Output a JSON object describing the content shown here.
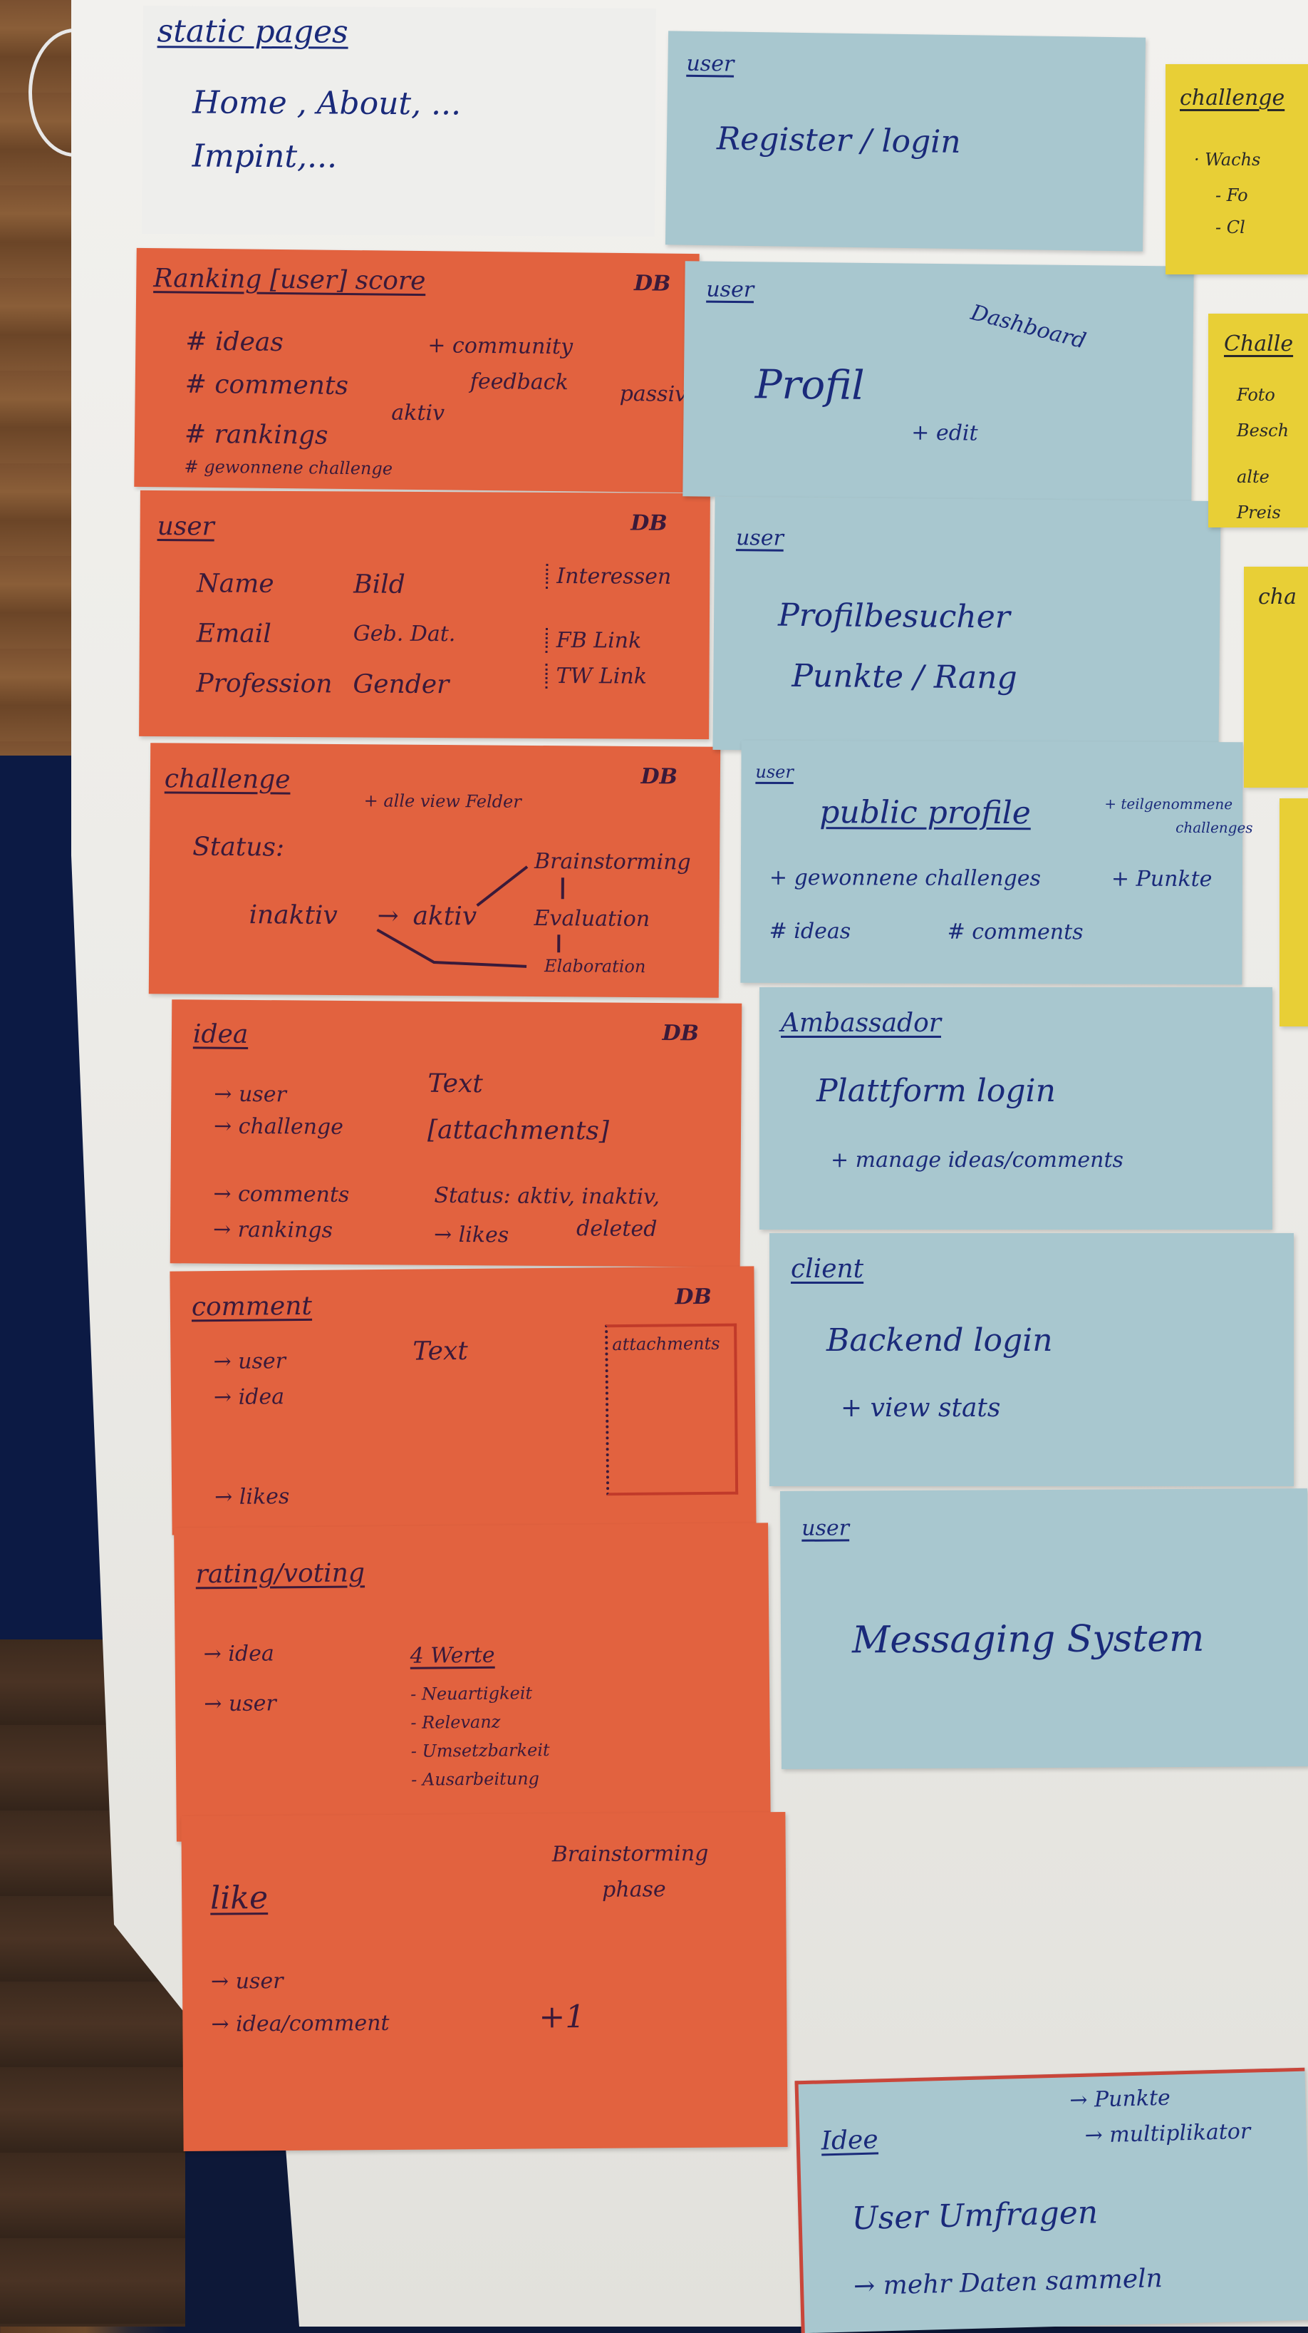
{
  "notes": {
    "static": {
      "title": "static pages",
      "line1": "Home , About, ...",
      "line2": "Impint,..."
    },
    "ranking": {
      "title": "Ranking [user] score",
      "db": "DB",
      "ideas": "# ideas",
      "comments": "# comments",
      "rankings": "# rankings",
      "won": "# gewonnene challenge",
      "aktiv": "aktiv",
      "community": "+ community",
      "feedback": "feedback",
      "passiv": "passiv"
    },
    "user_data": {
      "title": "user",
      "db": "DB",
      "name": "Name",
      "bild": "Bild",
      "email": "Email",
      "geb": "Geb. Dat.",
      "profession": "Profession",
      "gender": "Gender",
      "interessen": "Interessen",
      "fb": "FB Link",
      "tw": "TW Link"
    },
    "challenge": {
      "title": "challenge",
      "db": "DB",
      "extra": "+ alle view Felder",
      "status": "Status:",
      "inaktiv": "inaktiv",
      "arrow": "→",
      "aktiv": "aktiv",
      "brainstorming": "Brainstorming",
      "evaluation": "Evaluation",
      "elaboration": "Elaboration"
    },
    "idea": {
      "title": "idea",
      "db": "DB",
      "user": "→ user",
      "challenge": "→ challenge",
      "text": "Text",
      "attachments": "[attachments]",
      "comments": "→ comments",
      "rankings": "→ rankings",
      "likes": "→ likes",
      "status": "Status: aktiv, inaktiv,",
      "deleted": "deleted"
    },
    "comment": {
      "title": "comment",
      "db": "DB",
      "user": "→ user",
      "idea": "→ idea",
      "text": "Text",
      "attachments": "attachments",
      "likes": "→ likes"
    },
    "rating": {
      "title": "rating/voting",
      "idea": "→ idea",
      "user": "→ user",
      "werte": "4 Werte",
      "w1": "- Neuartigkeit",
      "w2": "- Relevanz",
      "w3": "- Umsetzbarkeit",
      "w4": "- Ausarbeitung"
    },
    "like": {
      "title": "like",
      "phase1": "Brainstorming",
      "phase2": "phase",
      "user": "→ user",
      "target": "→ idea/comment",
      "plus": "+1"
    },
    "register": {
      "tag": "user",
      "text": "Register / login"
    },
    "profil": {
      "tag": "user",
      "dashboard": "Dashboard",
      "text": "Profil",
      "edit": "+ edit"
    },
    "profilbesucher": {
      "tag": "user",
      "line1": "Profilbesucher",
      "line2": "Punkte / Rang"
    },
    "public": {
      "tag": "user",
      "title": "public profile",
      "side1": "+ teilgenommene",
      "side2": "challenges",
      "won": "+ gewonnene challenges",
      "punkte": "+ Punkte",
      "ideas": "# ideas",
      "comments": "# comments"
    },
    "ambassador": {
      "title": "Ambassador",
      "line1": "Plattform login",
      "line2": "+ manage ideas/comments"
    },
    "client": {
      "title": "client",
      "line1": "Backend login",
      "line2": "+ view stats"
    },
    "messaging": {
      "tag": "user",
      "text": "Messaging System"
    },
    "idee": {
      "title": "Idee",
      "punkte": "→ Punkte",
      "multi": "→ multiplikator",
      "line1": "User Umfragen",
      "line2": "→ mehr Daten sammeln"
    },
    "yellow1": {
      "title": "challenge",
      "l1": "· Wachs",
      "l2": "- Fo",
      "l3": "- Cl"
    },
    "yellow2": {
      "title": "Challe",
      "l1": "Foto",
      "l2": "Besch",
      "l3": "alte",
      "l4": "Preis"
    },
    "yellow3": {
      "title": "cha"
    }
  }
}
